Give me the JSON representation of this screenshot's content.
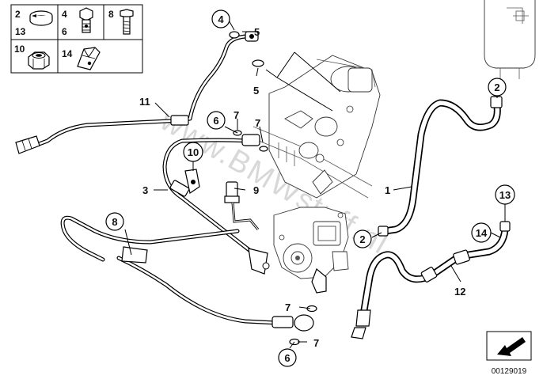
{
  "legend": {
    "cells": [
      {
        "labels": [
          "2",
          "13"
        ]
      },
      {
        "labels": [
          "4",
          "6"
        ]
      },
      {
        "labels": [
          "8"
        ]
      },
      {
        "labels": [
          "10"
        ]
      },
      {
        "labels": [
          "14"
        ]
      }
    ]
  },
  "callouts": {
    "c1": "1",
    "c2_top": "2",
    "c2_mid": "2",
    "c3": "3",
    "c4": "4",
    "c5_a": "5",
    "c5_b": "5",
    "c6_a": "6",
    "c6_b": "6",
    "c7_a": "7",
    "c7_b": "7",
    "c7_c": "7",
    "c7_d": "7",
    "c8": "8",
    "c9": "9",
    "c10": "10",
    "c11": "11",
    "c12": "12",
    "c13": "13",
    "c14": "14"
  },
  "watermark": "www.BMWstuff.nl",
  "reference_number": "00129019",
  "icons": {
    "nav_arrow": "arrow-down-left-icon"
  }
}
